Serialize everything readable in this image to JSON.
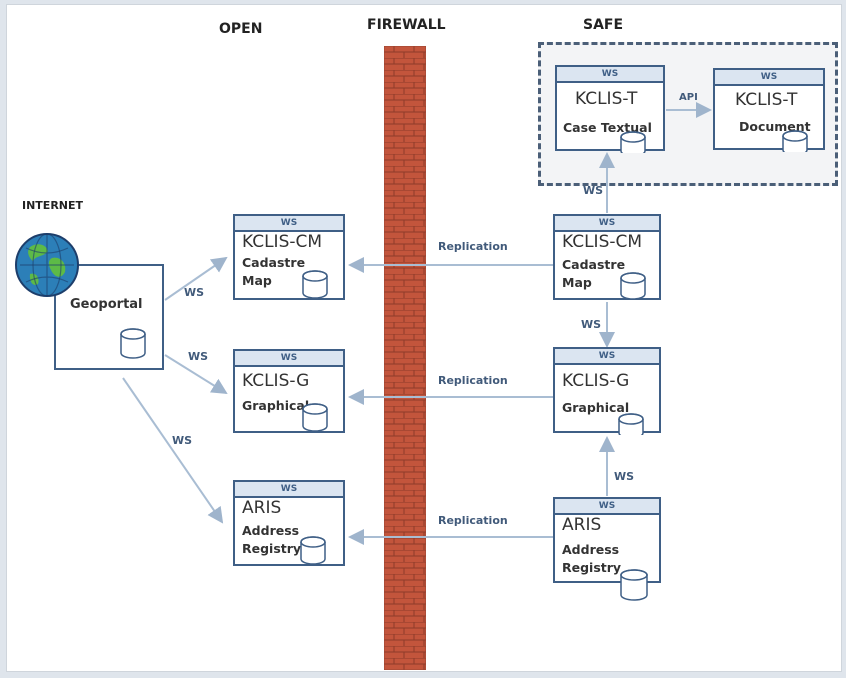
{
  "zones": {
    "open": "OPEN",
    "firewall": "FIREWALL",
    "safe": "SAFE",
    "internet": "INTERNET"
  },
  "geoportal": {
    "label": "Geoportal"
  },
  "open_side": {
    "cm": {
      "hdr": "WS",
      "title": "KCLIS-CM",
      "sub": [
        "Cadastre",
        "Map"
      ]
    },
    "g": {
      "hdr": "WS",
      "title": "KCLIS-G",
      "sub": [
        "Graphical"
      ]
    },
    "aris": {
      "hdr": "WS",
      "title": "ARIS",
      "sub": [
        "Address",
        "Registry"
      ]
    }
  },
  "safe_side": {
    "t_case": {
      "hdr": "WS",
      "title": "KCLIS-T",
      "sub": [
        "Case Textual"
      ]
    },
    "t_doc": {
      "hdr": "WS",
      "title": "KCLIS-T",
      "sub": [
        "Document"
      ]
    },
    "cm": {
      "hdr": "WS",
      "title": "KCLIS-CM",
      "sub": [
        "Cadastre",
        "Map"
      ]
    },
    "g": {
      "hdr": "WS",
      "title": "KCLIS-G",
      "sub": [
        "Graphical"
      ]
    },
    "aris": {
      "hdr": "WS",
      "title": "ARIS",
      "sub": [
        "Address",
        "Registry"
      ]
    }
  },
  "connectors": {
    "api": "API",
    "ws": "WS",
    "replication": "Replication"
  },
  "colors": {
    "brick": "#c0523a",
    "mortar": "#8e3b2a",
    "box_border": "#3f5f86",
    "arrow": "#9fb4cc"
  }
}
